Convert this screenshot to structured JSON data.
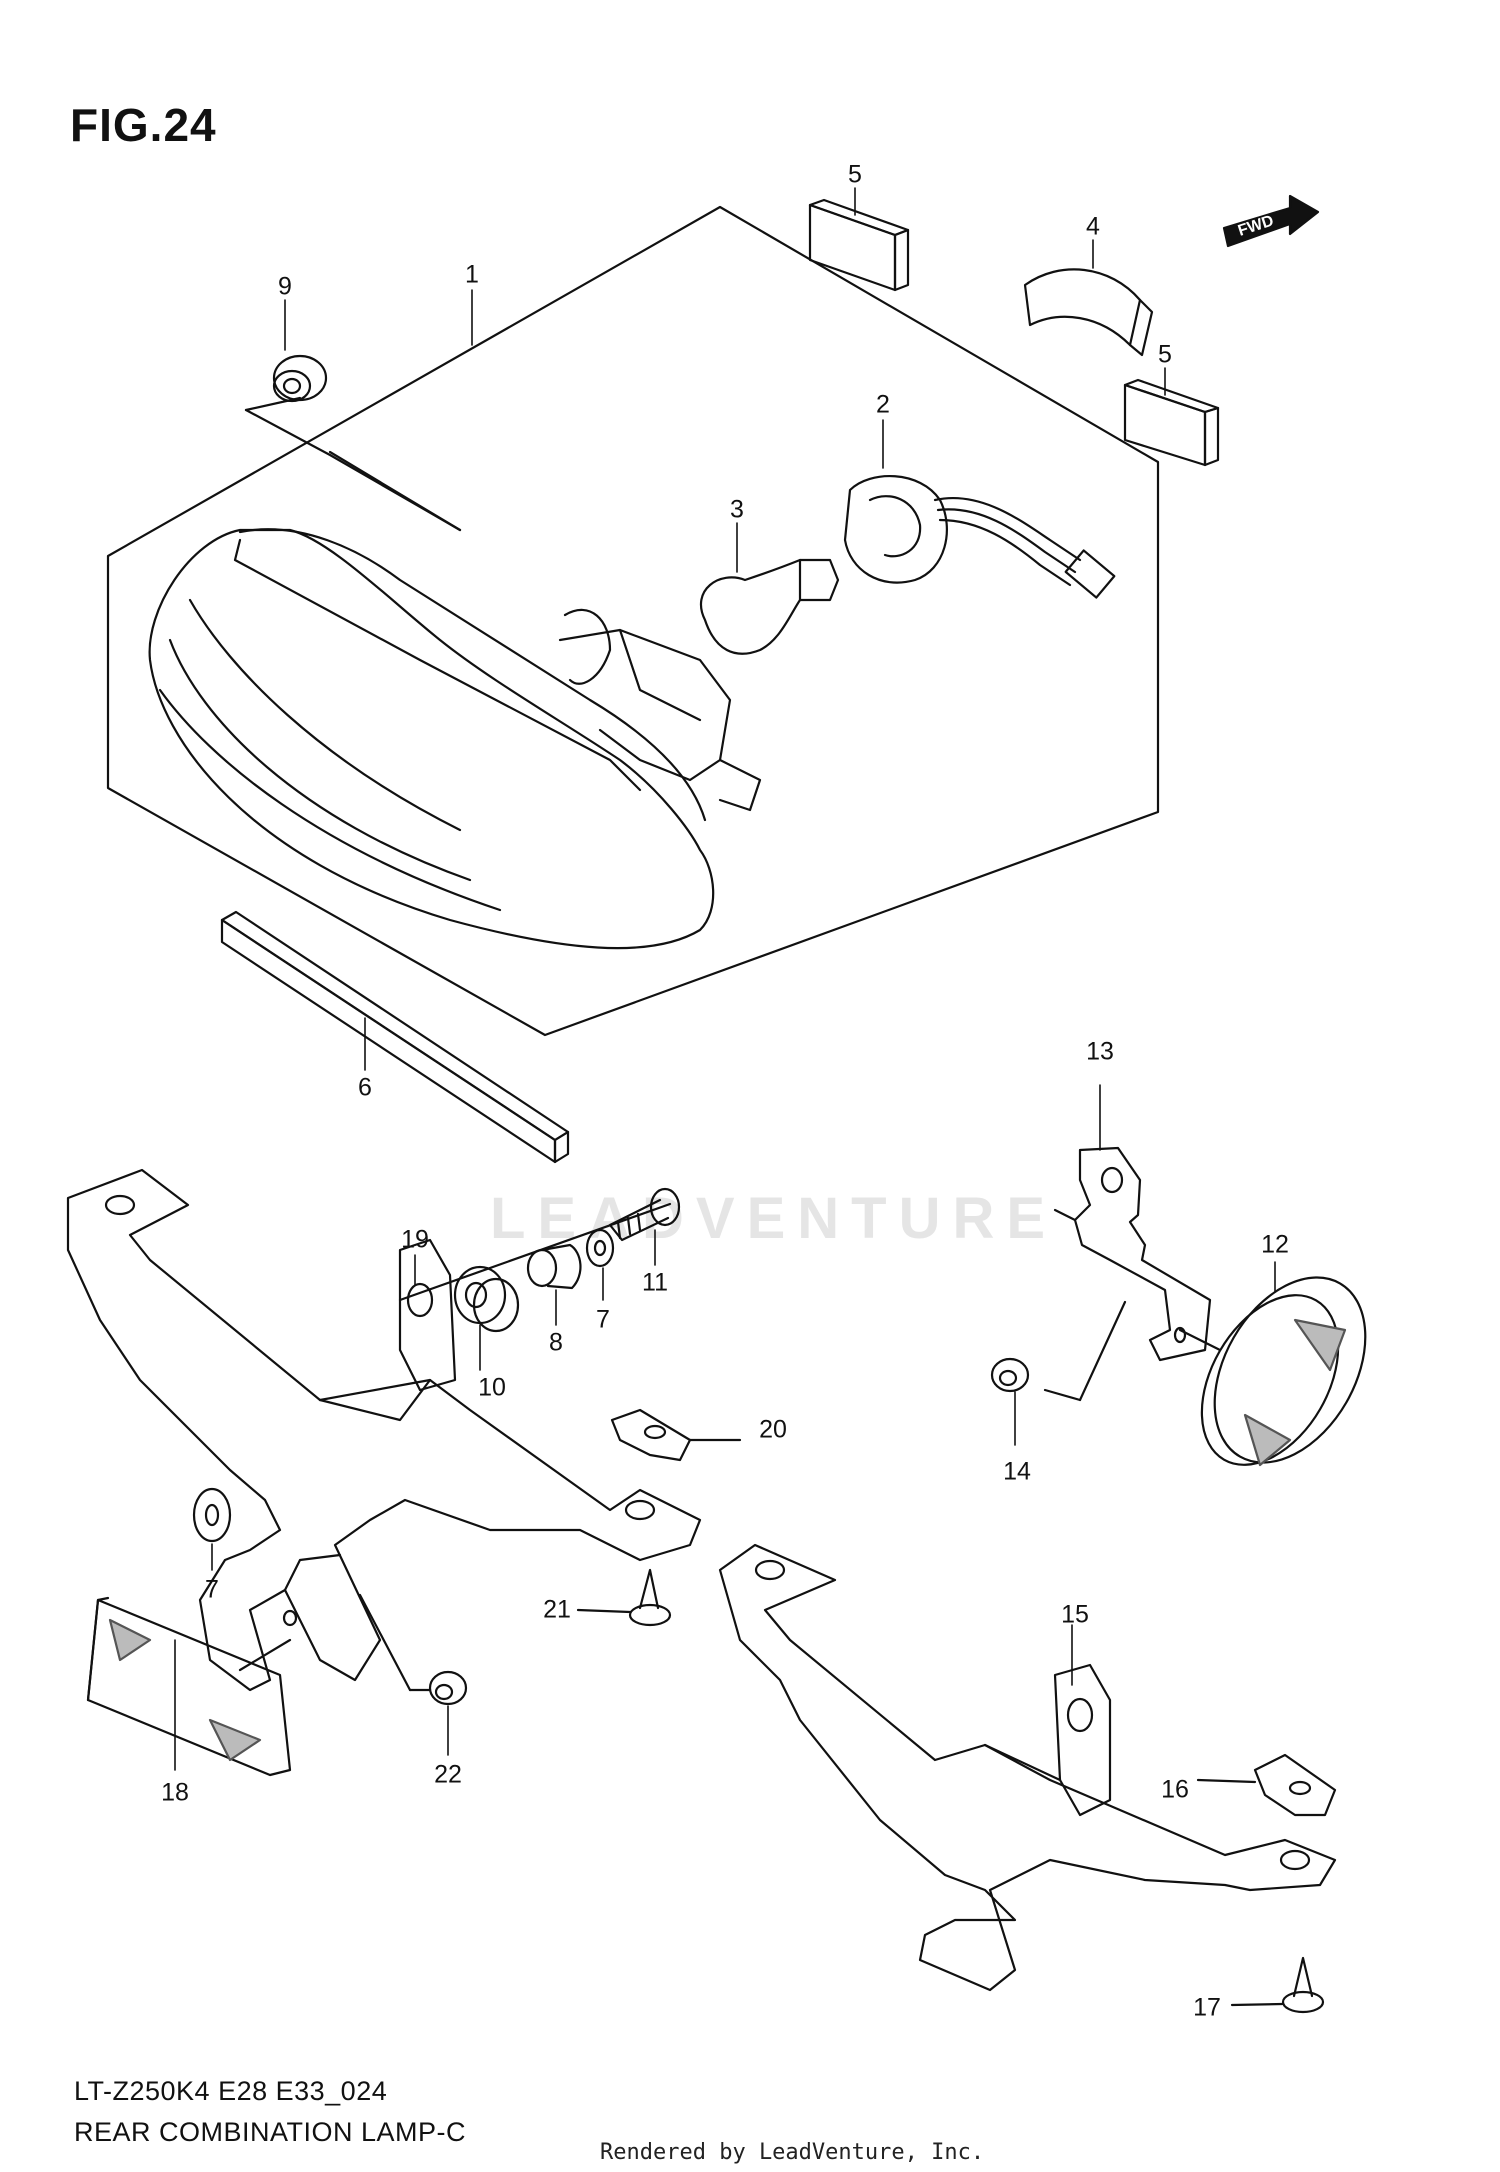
{
  "figure": {
    "title": "FIG.24",
    "model_code": "LT-Z250K4 E28 E33_024",
    "name": "REAR COMBINATION LAMP-C"
  },
  "fwd_label": "FWD",
  "watermark": "LEADVENTURE",
  "rendered_by": "Rendered by LeadVenture, Inc.",
  "callouts": [
    {
      "id": "1",
      "label": "1"
    },
    {
      "id": "2",
      "label": "2"
    },
    {
      "id": "3",
      "label": "3"
    },
    {
      "id": "4",
      "label": "4"
    },
    {
      "id": "5a",
      "label": "5"
    },
    {
      "id": "5b",
      "label": "5"
    },
    {
      "id": "6",
      "label": "6"
    },
    {
      "id": "7a",
      "label": "7"
    },
    {
      "id": "7b",
      "label": "7"
    },
    {
      "id": "8",
      "label": "8"
    },
    {
      "id": "9",
      "label": "9"
    },
    {
      "id": "10",
      "label": "10"
    },
    {
      "id": "11",
      "label": "11"
    },
    {
      "id": "12",
      "label": "12"
    },
    {
      "id": "13",
      "label": "13"
    },
    {
      "id": "14",
      "label": "14"
    },
    {
      "id": "15",
      "label": "15"
    },
    {
      "id": "16",
      "label": "16"
    },
    {
      "id": "17",
      "label": "17"
    },
    {
      "id": "18",
      "label": "18"
    },
    {
      "id": "19",
      "label": "19"
    },
    {
      "id": "20",
      "label": "20"
    },
    {
      "id": "21",
      "label": "21"
    },
    {
      "id": "22",
      "label": "22"
    }
  ]
}
